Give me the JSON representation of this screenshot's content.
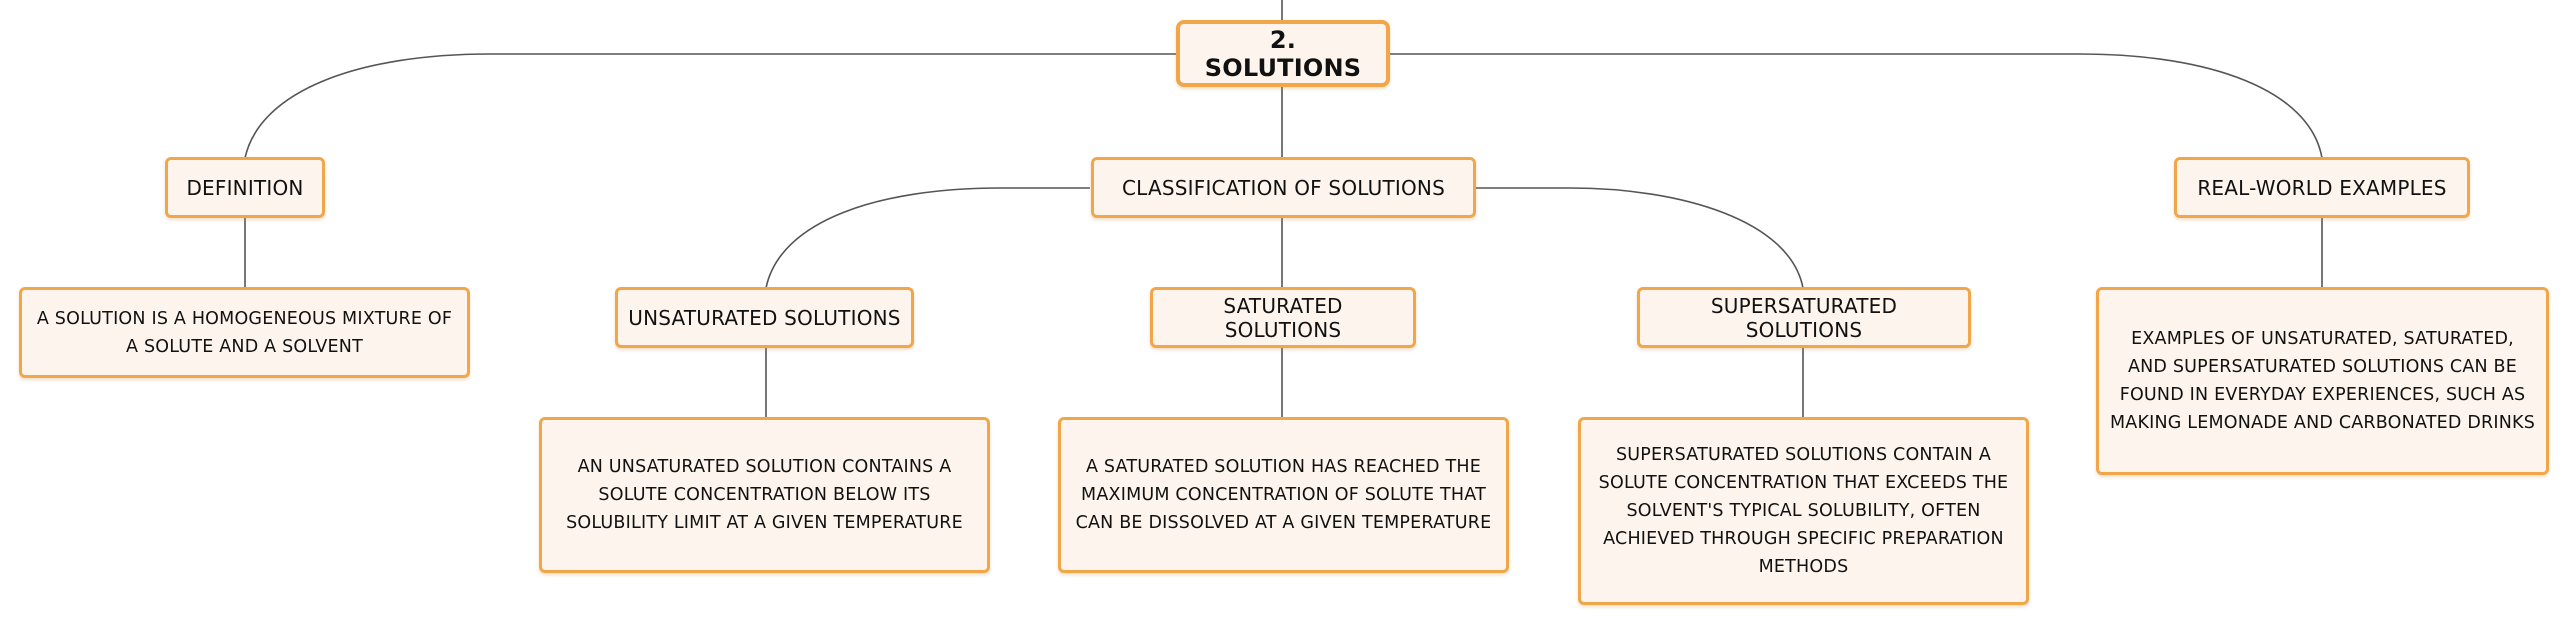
{
  "diagram": {
    "title": "2. SOLUTIONS",
    "branches": {
      "definition": {
        "label": "DEFINITION",
        "detail": "A SOLUTION IS A HOMOGENEOUS MIXTURE OF A SOLUTE AND A SOLVENT"
      },
      "classification": {
        "label": "CLASSIFICATION OF SOLUTIONS",
        "children": {
          "unsaturated": {
            "label": "UNSATURATED SOLUTIONS",
            "detail": "AN UNSATURATED SOLUTION CONTAINS A SOLUTE CONCENTRATION BELOW ITS SOLUBILITY LIMIT AT A GIVEN TEMPERATURE"
          },
          "saturated": {
            "label": "SATURATED SOLUTIONS",
            "detail": "A SATURATED SOLUTION HAS REACHED THE MAXIMUM CONCENTRATION OF SOLUTE THAT CAN BE DISSOLVED AT A GIVEN TEMPERATURE"
          },
          "supersaturated": {
            "label": "SUPERSATURATED SOLUTIONS",
            "detail": "SUPERSATURATED SOLUTIONS CONTAIN A SOLUTE CONCENTRATION THAT EXCEEDS THE SOLVENT'S TYPICAL SOLUBILITY, OFTEN ACHIEVED THROUGH SPECIFIC PREPARATION METHODS"
          }
        }
      },
      "examples": {
        "label": "REAL-WORLD EXAMPLES",
        "detail": "EXAMPLES OF UNSATURATED, SATURATED, AND SUPERSATURATED SOLUTIONS CAN BE FOUND IN EVERYDAY EXPERIENCES, SUCH AS MAKING LEMONADE AND CARBONATED DRINKS"
      }
    },
    "colors": {
      "node_border": "#f2a64a",
      "node_fill": "#fdf5ed",
      "connector": "#555555",
      "text": "#111111"
    }
  }
}
